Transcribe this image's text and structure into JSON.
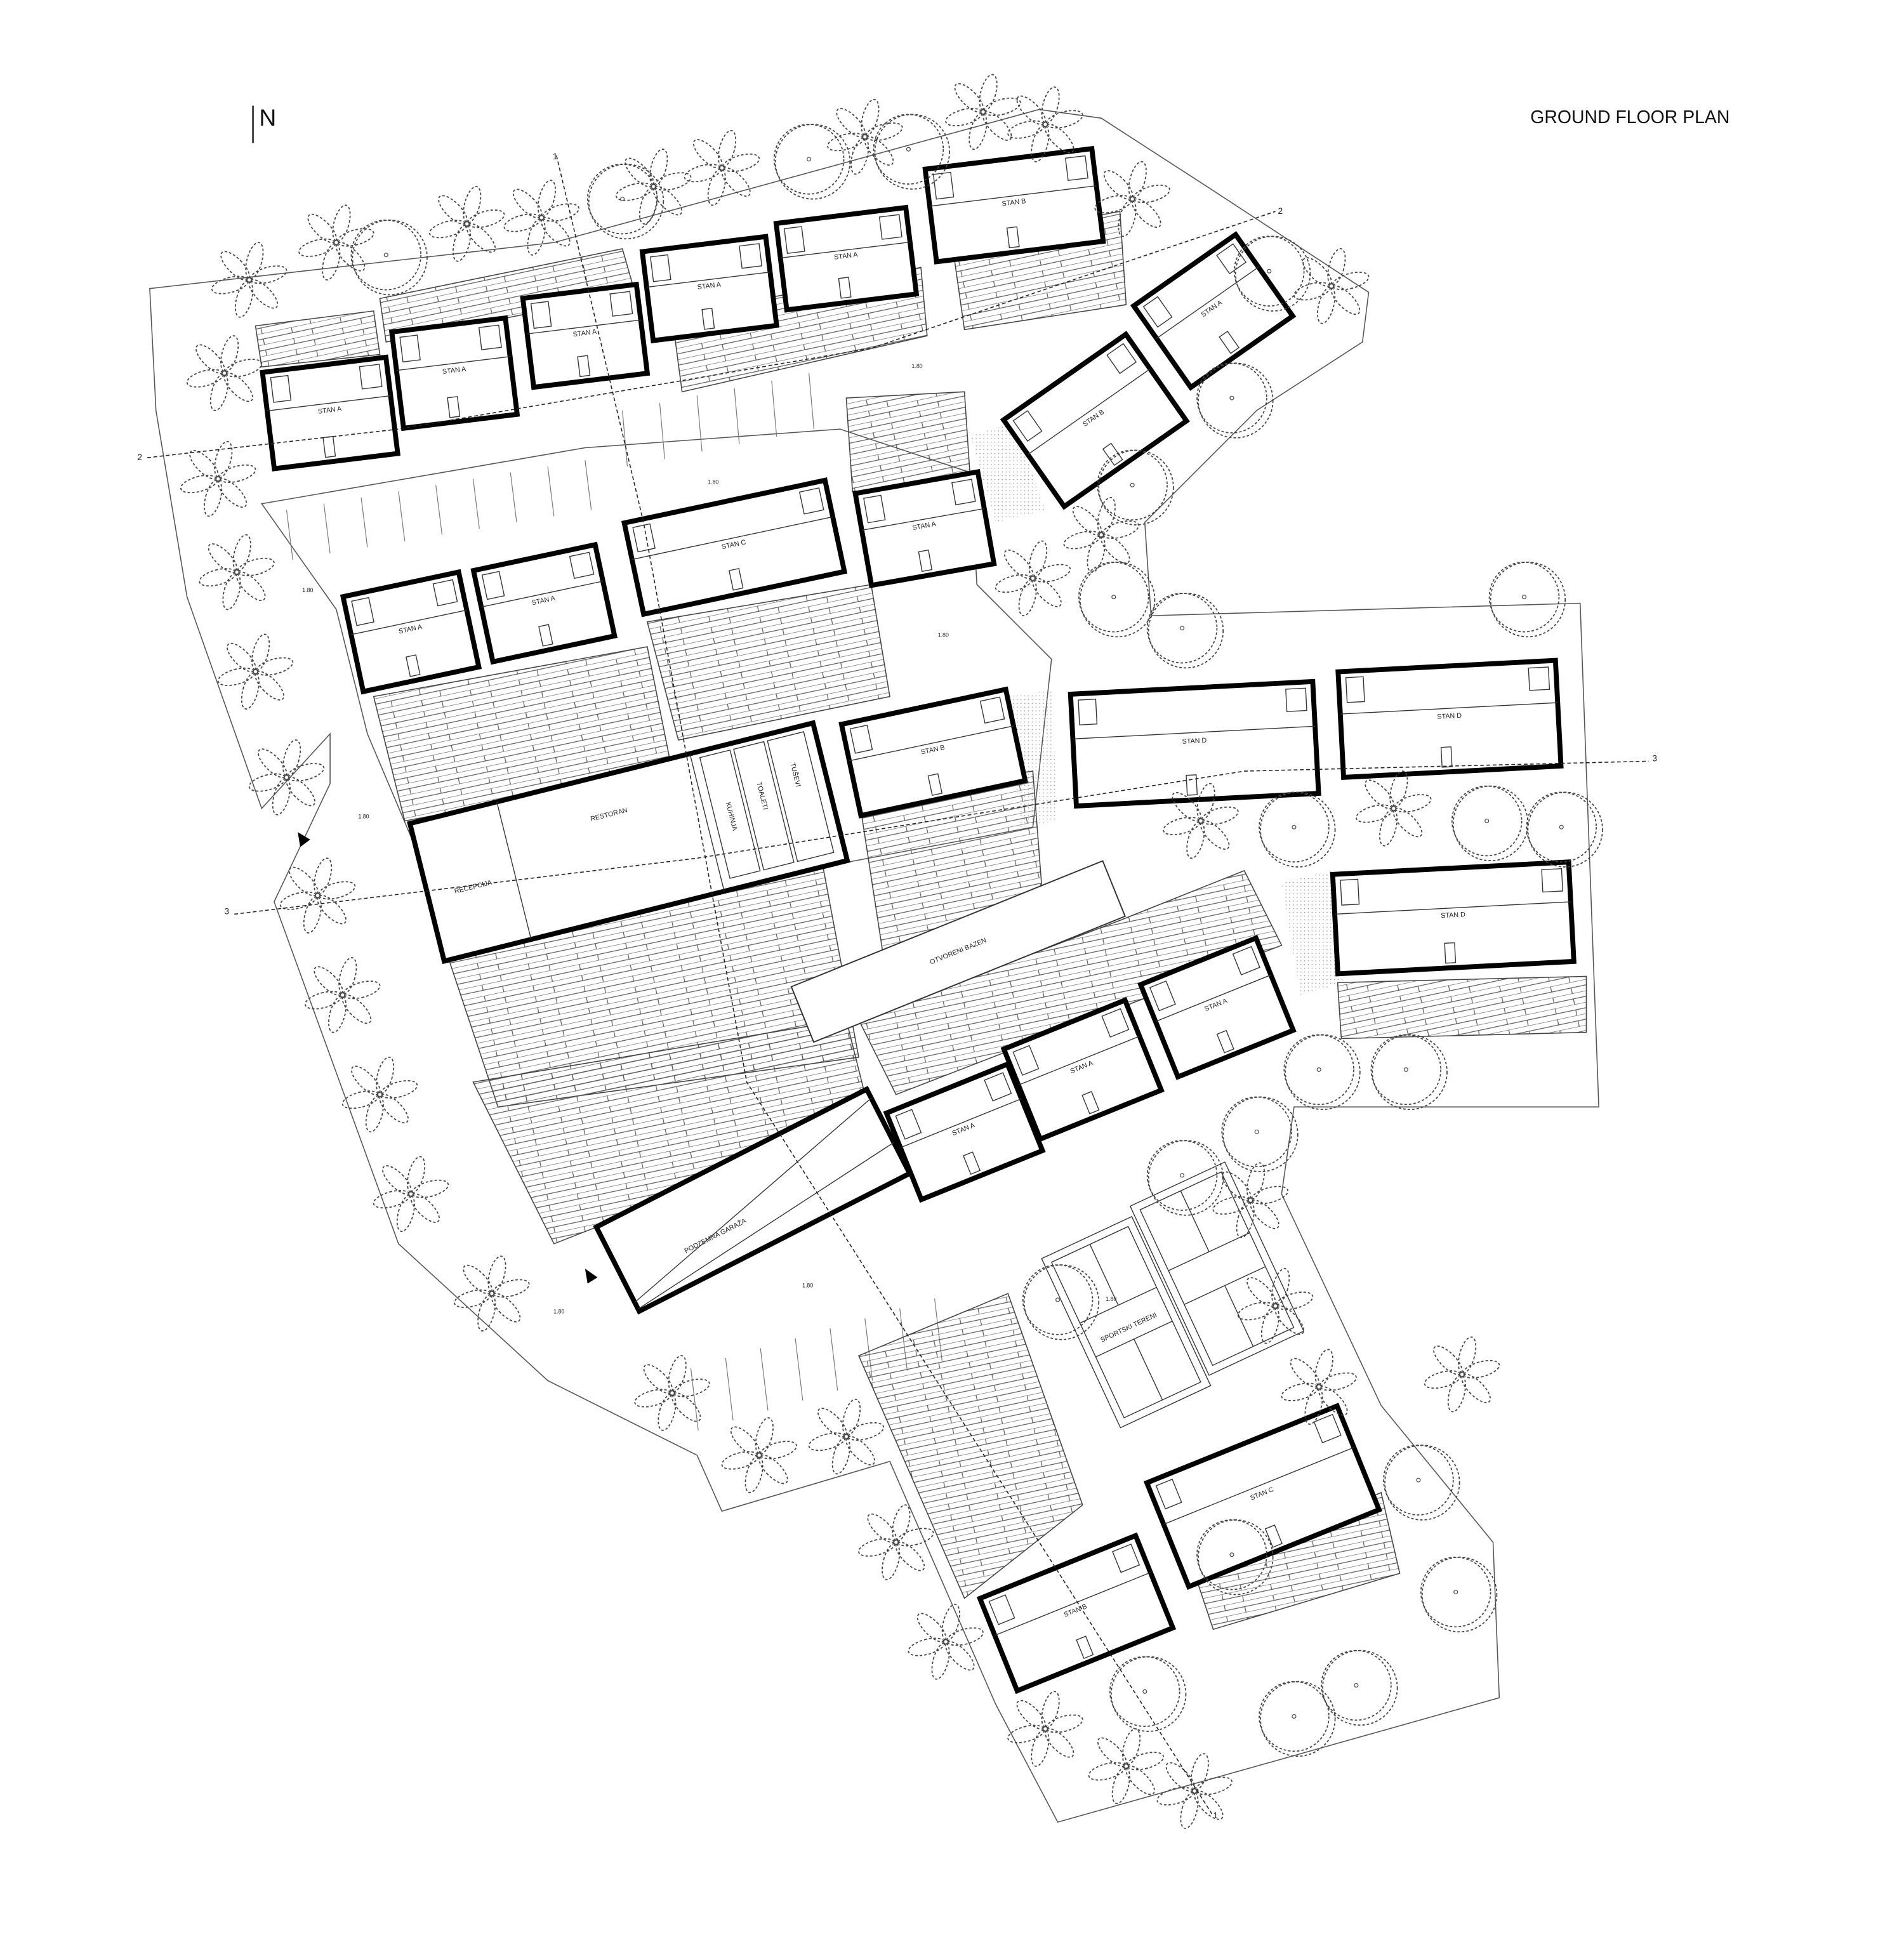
{
  "header": {
    "title": "GROUND FLOOR PLAN",
    "north_label": "N"
  },
  "colors": {
    "walls": "#000000",
    "lines": "#444444",
    "background": "#ffffff"
  },
  "units": [
    {
      "label": "STAN A"
    },
    {
      "label": "STAN A"
    },
    {
      "label": "STAN A"
    },
    {
      "label": "STAN A"
    },
    {
      "label": "STAN A"
    },
    {
      "label": "STAN B"
    },
    {
      "label": "STAN A"
    },
    {
      "label": "STAN B"
    },
    {
      "label": "STAN A"
    },
    {
      "label": "STAN A"
    },
    {
      "label": "STAN C"
    },
    {
      "label": "STAN A"
    },
    {
      "label": "STAN D"
    },
    {
      "label": "STAN D"
    },
    {
      "label": "STAN D"
    },
    {
      "label": "STAN B"
    },
    {
      "label": "STAN A"
    },
    {
      "label": "STAN A"
    },
    {
      "label": "STAN A"
    },
    {
      "label": "STAN C"
    },
    {
      "label": "STAN B"
    }
  ],
  "facilities": {
    "reception": "RECEPCIJA",
    "restaurant": "RESTORAN",
    "kitchen": "KUHINJA",
    "toilets": "TOALETI",
    "showers": "TUŠEVI",
    "pool": "OTVORENI BAZEN",
    "garage": "PODZEMNA GARAŽA",
    "sports": "SPORTSKI TERENI"
  },
  "levels": [
    "1.80",
    "1.80",
    "1.80",
    "1.80",
    "1.80",
    "1.80",
    "1.80",
    "1.80"
  ],
  "sections": {
    "s1": "1",
    "s2": "2",
    "s3": "3"
  }
}
